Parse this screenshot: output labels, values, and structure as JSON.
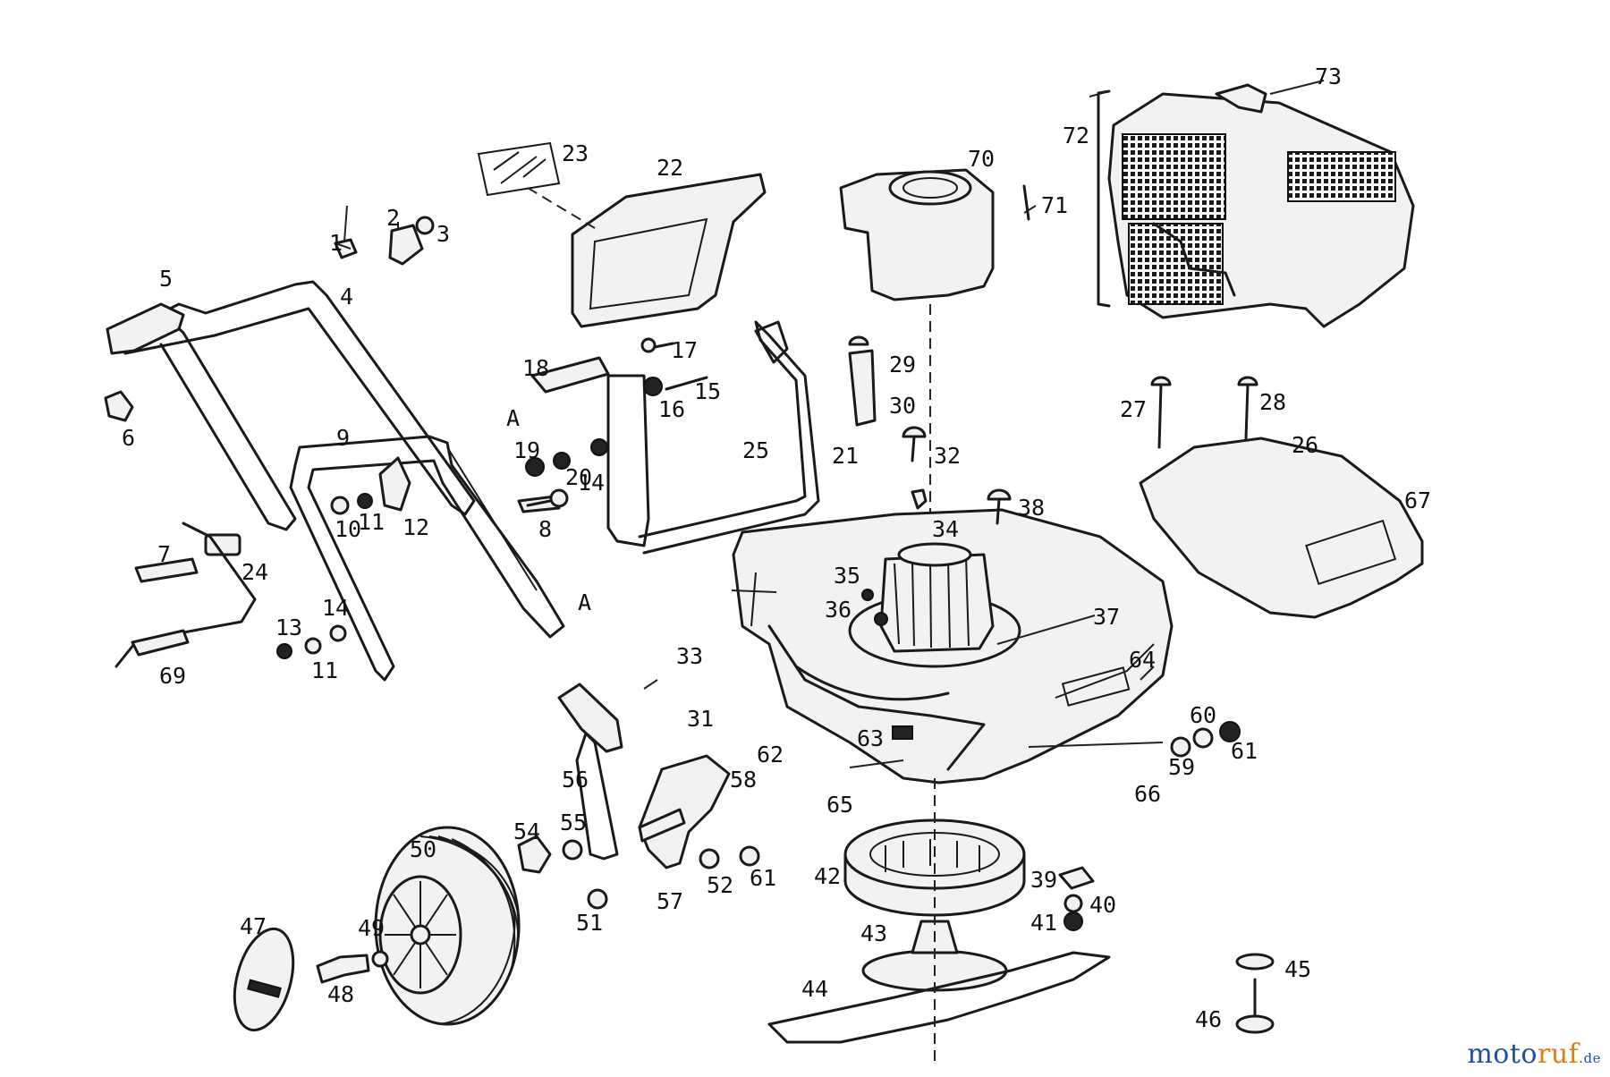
{
  "labels": [
    "1",
    "2",
    "3",
    "4",
    "5",
    "6",
    "7",
    "8",
    "9",
    "10",
    "11",
    "12",
    "13",
    "14",
    "15",
    "16",
    "17",
    "18",
    "19",
    "20",
    "21",
    "22",
    "23",
    "24",
    "25",
    "26",
    "27",
    "28",
    "29",
    "30",
    "31",
    "32",
    "33",
    "34",
    "35",
    "36",
    "37",
    "38",
    "39",
    "40",
    "41",
    "42",
    "43",
    "44",
    "45",
    "46",
    "47",
    "48",
    "49",
    "50",
    "51",
    "52",
    "54",
    "55",
    "56",
    "57",
    "58",
    "59",
    "60",
    "61",
    "62",
    "63",
    "64",
    "65",
    "66",
    "67",
    "69",
    "70",
    "71",
    "72",
    "73",
    "A"
  ],
  "watermark": {
    "part1": "moto",
    "part2": "ruf",
    "part3": ".de"
  },
  "colors": {
    "line": "#1a1a1a",
    "watermark_blue": "#1f4fa6",
    "watermark_orange": "#e27b13"
  }
}
